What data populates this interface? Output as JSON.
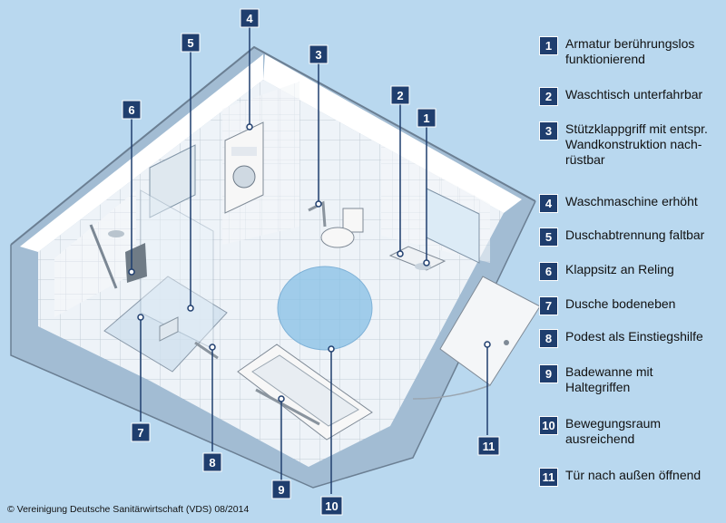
{
  "colors": {
    "background": "#b9d8ef",
    "badge": "#1f3e6e",
    "badge_text": "#ffffff",
    "wall_top": "#ffffff",
    "floor_tile": "#eef3f8",
    "callout_line": "#1f3e6e",
    "wheel_zone": "#86c0e6"
  },
  "legend": [
    {
      "num": "1",
      "text": "Armatur berührungslos\nfunktionierend"
    },
    {
      "num": "2",
      "text": "Waschtisch unterfahrbar"
    },
    {
      "num": "3",
      "text": "Stützklappgriff mit entspr.\nWandkonstruktion nach-\nrüstbar"
    },
    {
      "num": "4",
      "text": "Waschmaschine erhöht"
    },
    {
      "num": "5",
      "text": "Duschabtrennung faltbar"
    },
    {
      "num": "6",
      "text": "Klappsitz an Reling"
    },
    {
      "num": "7",
      "text": "Dusche bodeneben"
    },
    {
      "num": "8",
      "text": "Podest als Einstiegshilfe"
    },
    {
      "num": "9",
      "text": "Badewanne mit\nHaltegriffen"
    },
    {
      "num": "10",
      "text": "Bewegungsraum\nausreichend"
    },
    {
      "num": "11",
      "text": "Tür nach außen öffnend"
    }
  ],
  "callouts": [
    "1",
    "2",
    "3",
    "4",
    "5",
    "6",
    "7",
    "8",
    "9",
    "10",
    "11"
  ],
  "copyright": "© Vereinigung Deutsche Sanitärwirtschaft (VDS)  08/2014"
}
